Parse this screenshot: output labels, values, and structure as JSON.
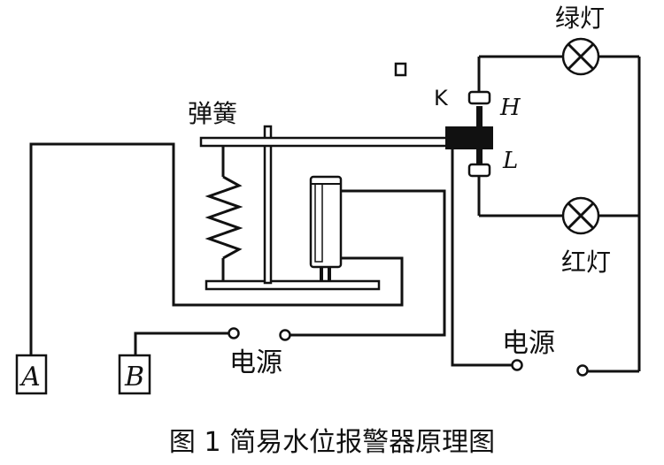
{
  "labels": {
    "spring": "弹簧",
    "green_lamp": "绿灯",
    "red_lamp": "红灯",
    "power_supply_left": "电源",
    "power_supply_right": "电源",
    "contact_k": "K",
    "contact_h": "H",
    "contact_l": "L",
    "terminal_a": "A",
    "terminal_b": "B"
  },
  "caption": "图 1  简易水位报警器原理图"
}
